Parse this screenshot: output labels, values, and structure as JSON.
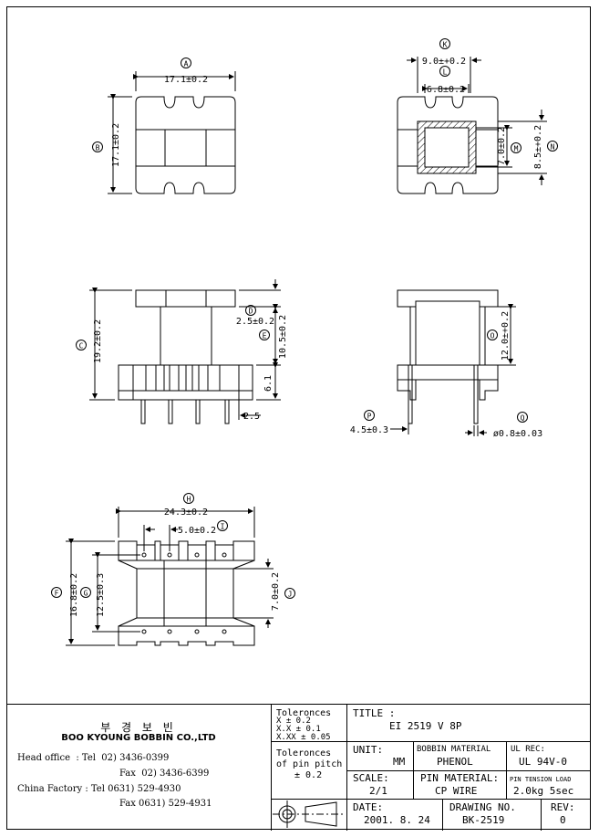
{
  "dimensions": {
    "A": {
      "letter": "A",
      "value": "17.1±0.2"
    },
    "B": {
      "letter": "B",
      "value": "17.1±0.2"
    },
    "C": {
      "letter": "C",
      "value": "19.2±0.2"
    },
    "D": {
      "letter": "D",
      "value": "2.5±0.2"
    },
    "E": {
      "letter": "E",
      "value": "10.5±0.2"
    },
    "F": {
      "letter": "F",
      "value": "16.8±0.2"
    },
    "G": {
      "letter": "G",
      "value": "12.5±0.3"
    },
    "H": {
      "letter": "H",
      "value": "24.3±0.2"
    },
    "I": {
      "letter": "I",
      "value": "5.0±0.2"
    },
    "J": {
      "letter": "J",
      "value": "7.0±0.2"
    },
    "K": {
      "letter": "K",
      "value": "9.0±+0.2"
    },
    "L": {
      "letter": "L",
      "value": "6.8±0.2"
    },
    "M": {
      "letter": "M",
      "value": "7.0±0.2"
    },
    "N": {
      "letter": "N",
      "value": "8.5±+0.2"
    },
    "O": {
      "letter": "O",
      "value": "12.0±+0.2"
    },
    "P": {
      "letter": "P",
      "value": "4.5±0.3"
    },
    "Q": {
      "letter": "Q",
      "value": "ø0.8±0.03"
    },
    "pin_h": "6.1",
    "pin_w": "2.5"
  },
  "company": {
    "name_kr": "부 경 보 빈",
    "name_en": "BOO KYOUNG BOBBIN CO.,LTD",
    "line1": "Head office  : Tel  02) 3436-0399",
    "line2": "Fax  02) 3436-6399",
    "line3": "China Factory : Tel 0631) 529-4930",
    "line4": "Fax 0631) 529-4931"
  },
  "tolerances": {
    "title": "Toleronces",
    "rows": [
      "X    ± 0.2",
      "X.X  ± 0.1",
      "X.XX  ± 0.05"
    ],
    "pitch_title": "Toleronces",
    "pitch_sub": "of pin pitch",
    "pitch_val": "± 0.2"
  },
  "title_block": {
    "title_label": "TITLE :",
    "title_value": "EI 2519 V 8P",
    "unit_label": "UNIT:",
    "unit_value": "MM",
    "bobbin_label": "BOBBIN MATERIAL",
    "bobbin_value": "PHENOL",
    "ul_label": "UL REC:",
    "ul_value": "UL 94V-0",
    "scale_label": "SCALE:",
    "scale_value": "2/1",
    "pin_mat_label": "PIN MATERIAL:",
    "pin_mat_value": "CP WIRE",
    "tension_label": "PIN TENSION LOAD",
    "tension_value": "2.0kg 5sec",
    "date_label": "DATE:",
    "date_value": "2001. 8. 24",
    "dwg_label": "DRAWING NO.",
    "dwg_value": "BK-2519",
    "rev_label": "REV:",
    "rev_value": "0"
  }
}
